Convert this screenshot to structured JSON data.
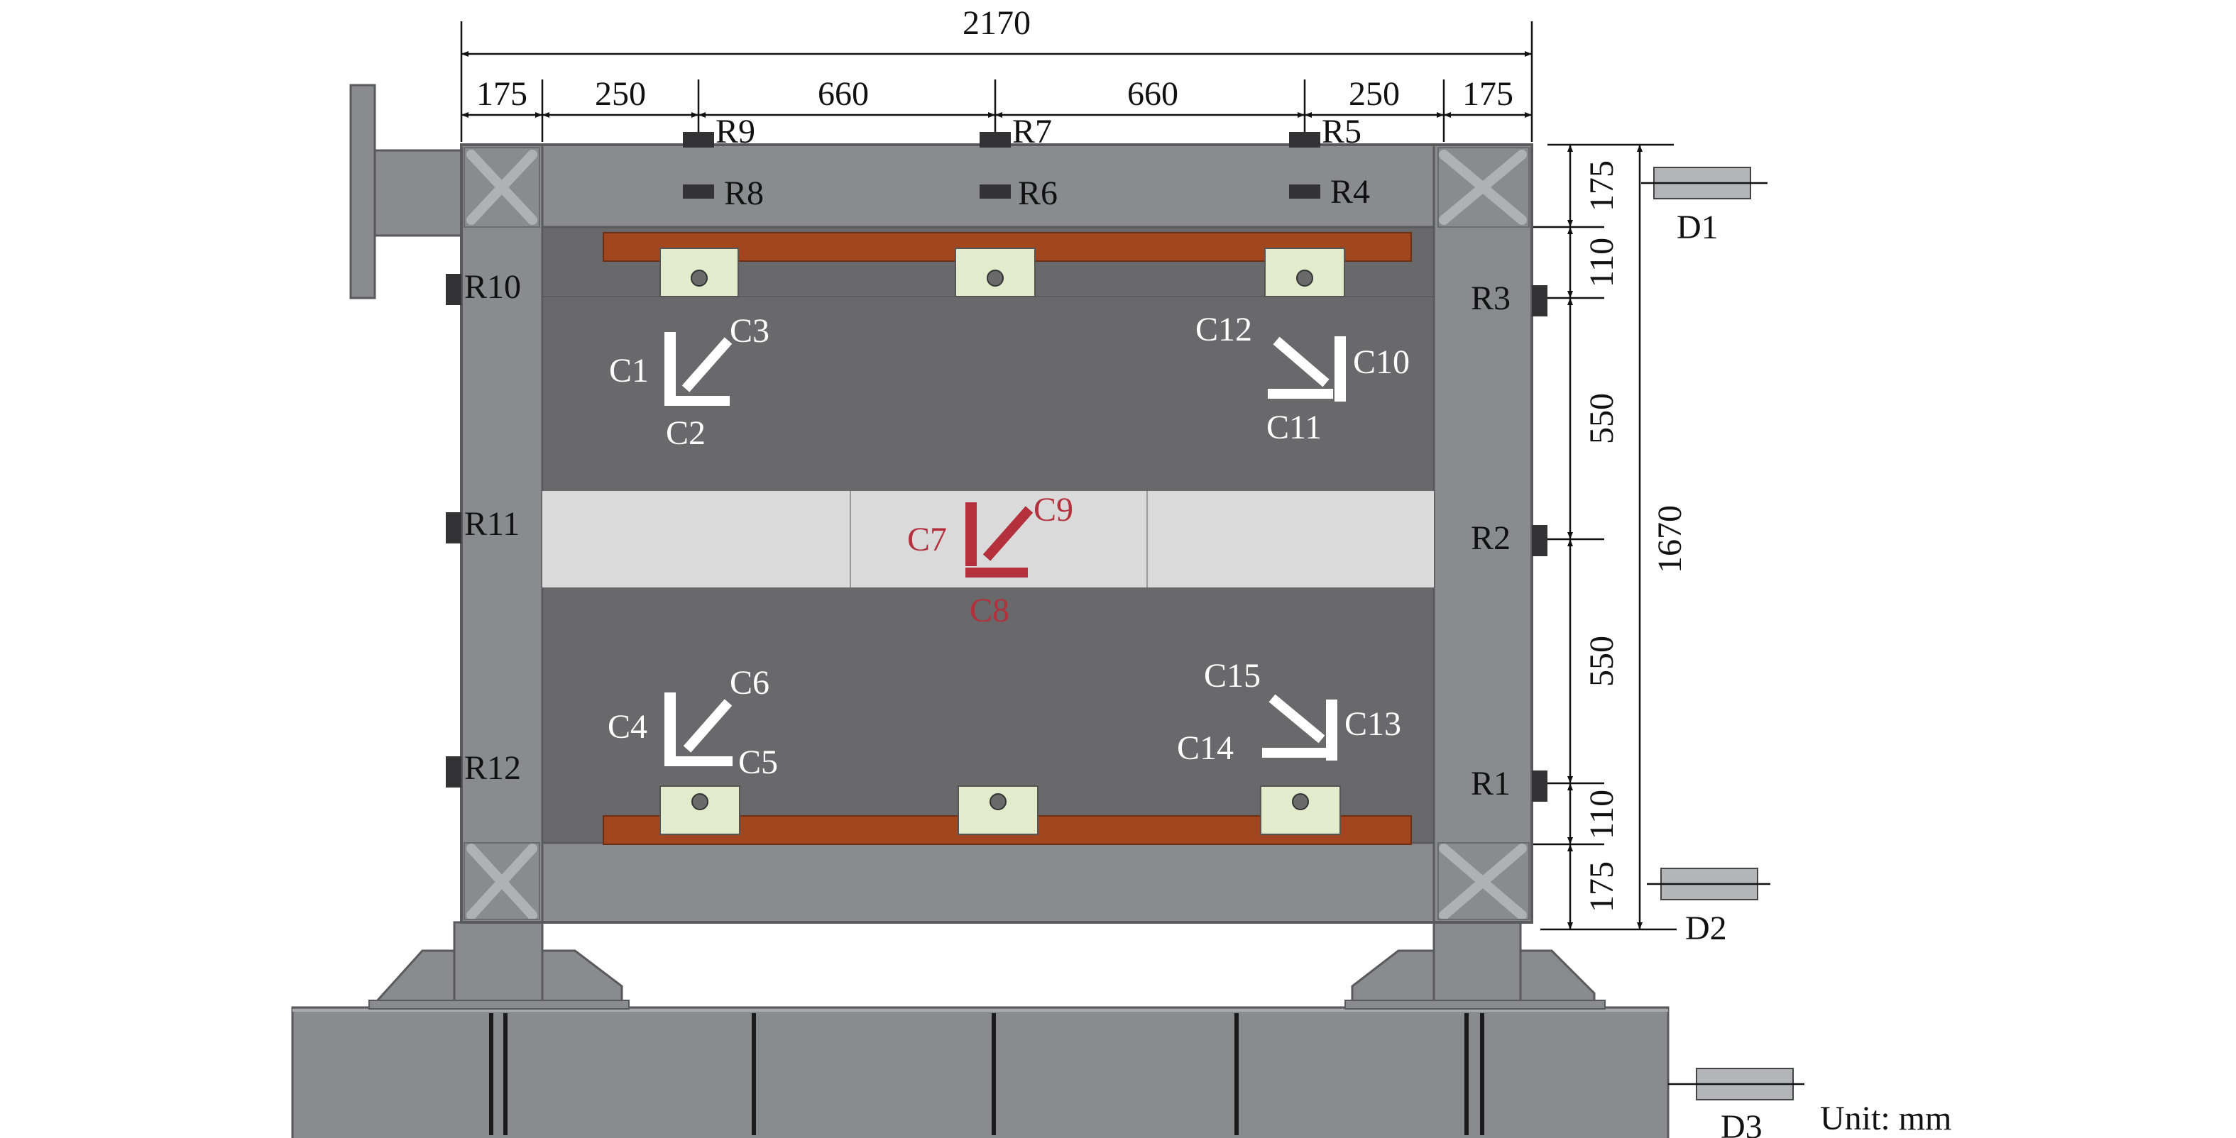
{
  "top_dimensions": {
    "overall": "2170",
    "segments": [
      "175",
      "250",
      "660",
      "660",
      "250",
      "175"
    ]
  },
  "right_dimensions": {
    "overall": "1670",
    "segments": [
      "175",
      "110",
      "550",
      "550",
      "110",
      "175"
    ]
  },
  "rebar_gauges": {
    "top_outer": [
      "R9",
      "R7",
      "R5"
    ],
    "top_inner": [
      "R8",
      "R6",
      "R4"
    ],
    "left": [
      "R10",
      "R11",
      "R12"
    ],
    "right": [
      "R3",
      "R2",
      "R1"
    ]
  },
  "concrete_rosettes": {
    "upper_left": [
      "C1",
      "C2",
      "C3"
    ],
    "upper_right": [
      "C10",
      "C11",
      "C12"
    ],
    "center": [
      "C7",
      "C8",
      "C9"
    ],
    "lower_left": [
      "C4",
      "C5",
      "C6"
    ],
    "lower_right": [
      "C13",
      "C14",
      "C15"
    ]
  },
  "displacement_sensors": [
    "D1",
    "D2",
    "D3"
  ],
  "unit_note": "Unit: mm",
  "colors": {
    "frame": "#8a8b8e",
    "panel": "#69686a",
    "center_band": "#dadada",
    "beam_strip": "#a1461f",
    "anchor_plate": "#e2ebcc",
    "highlight": "#b3303c"
  }
}
